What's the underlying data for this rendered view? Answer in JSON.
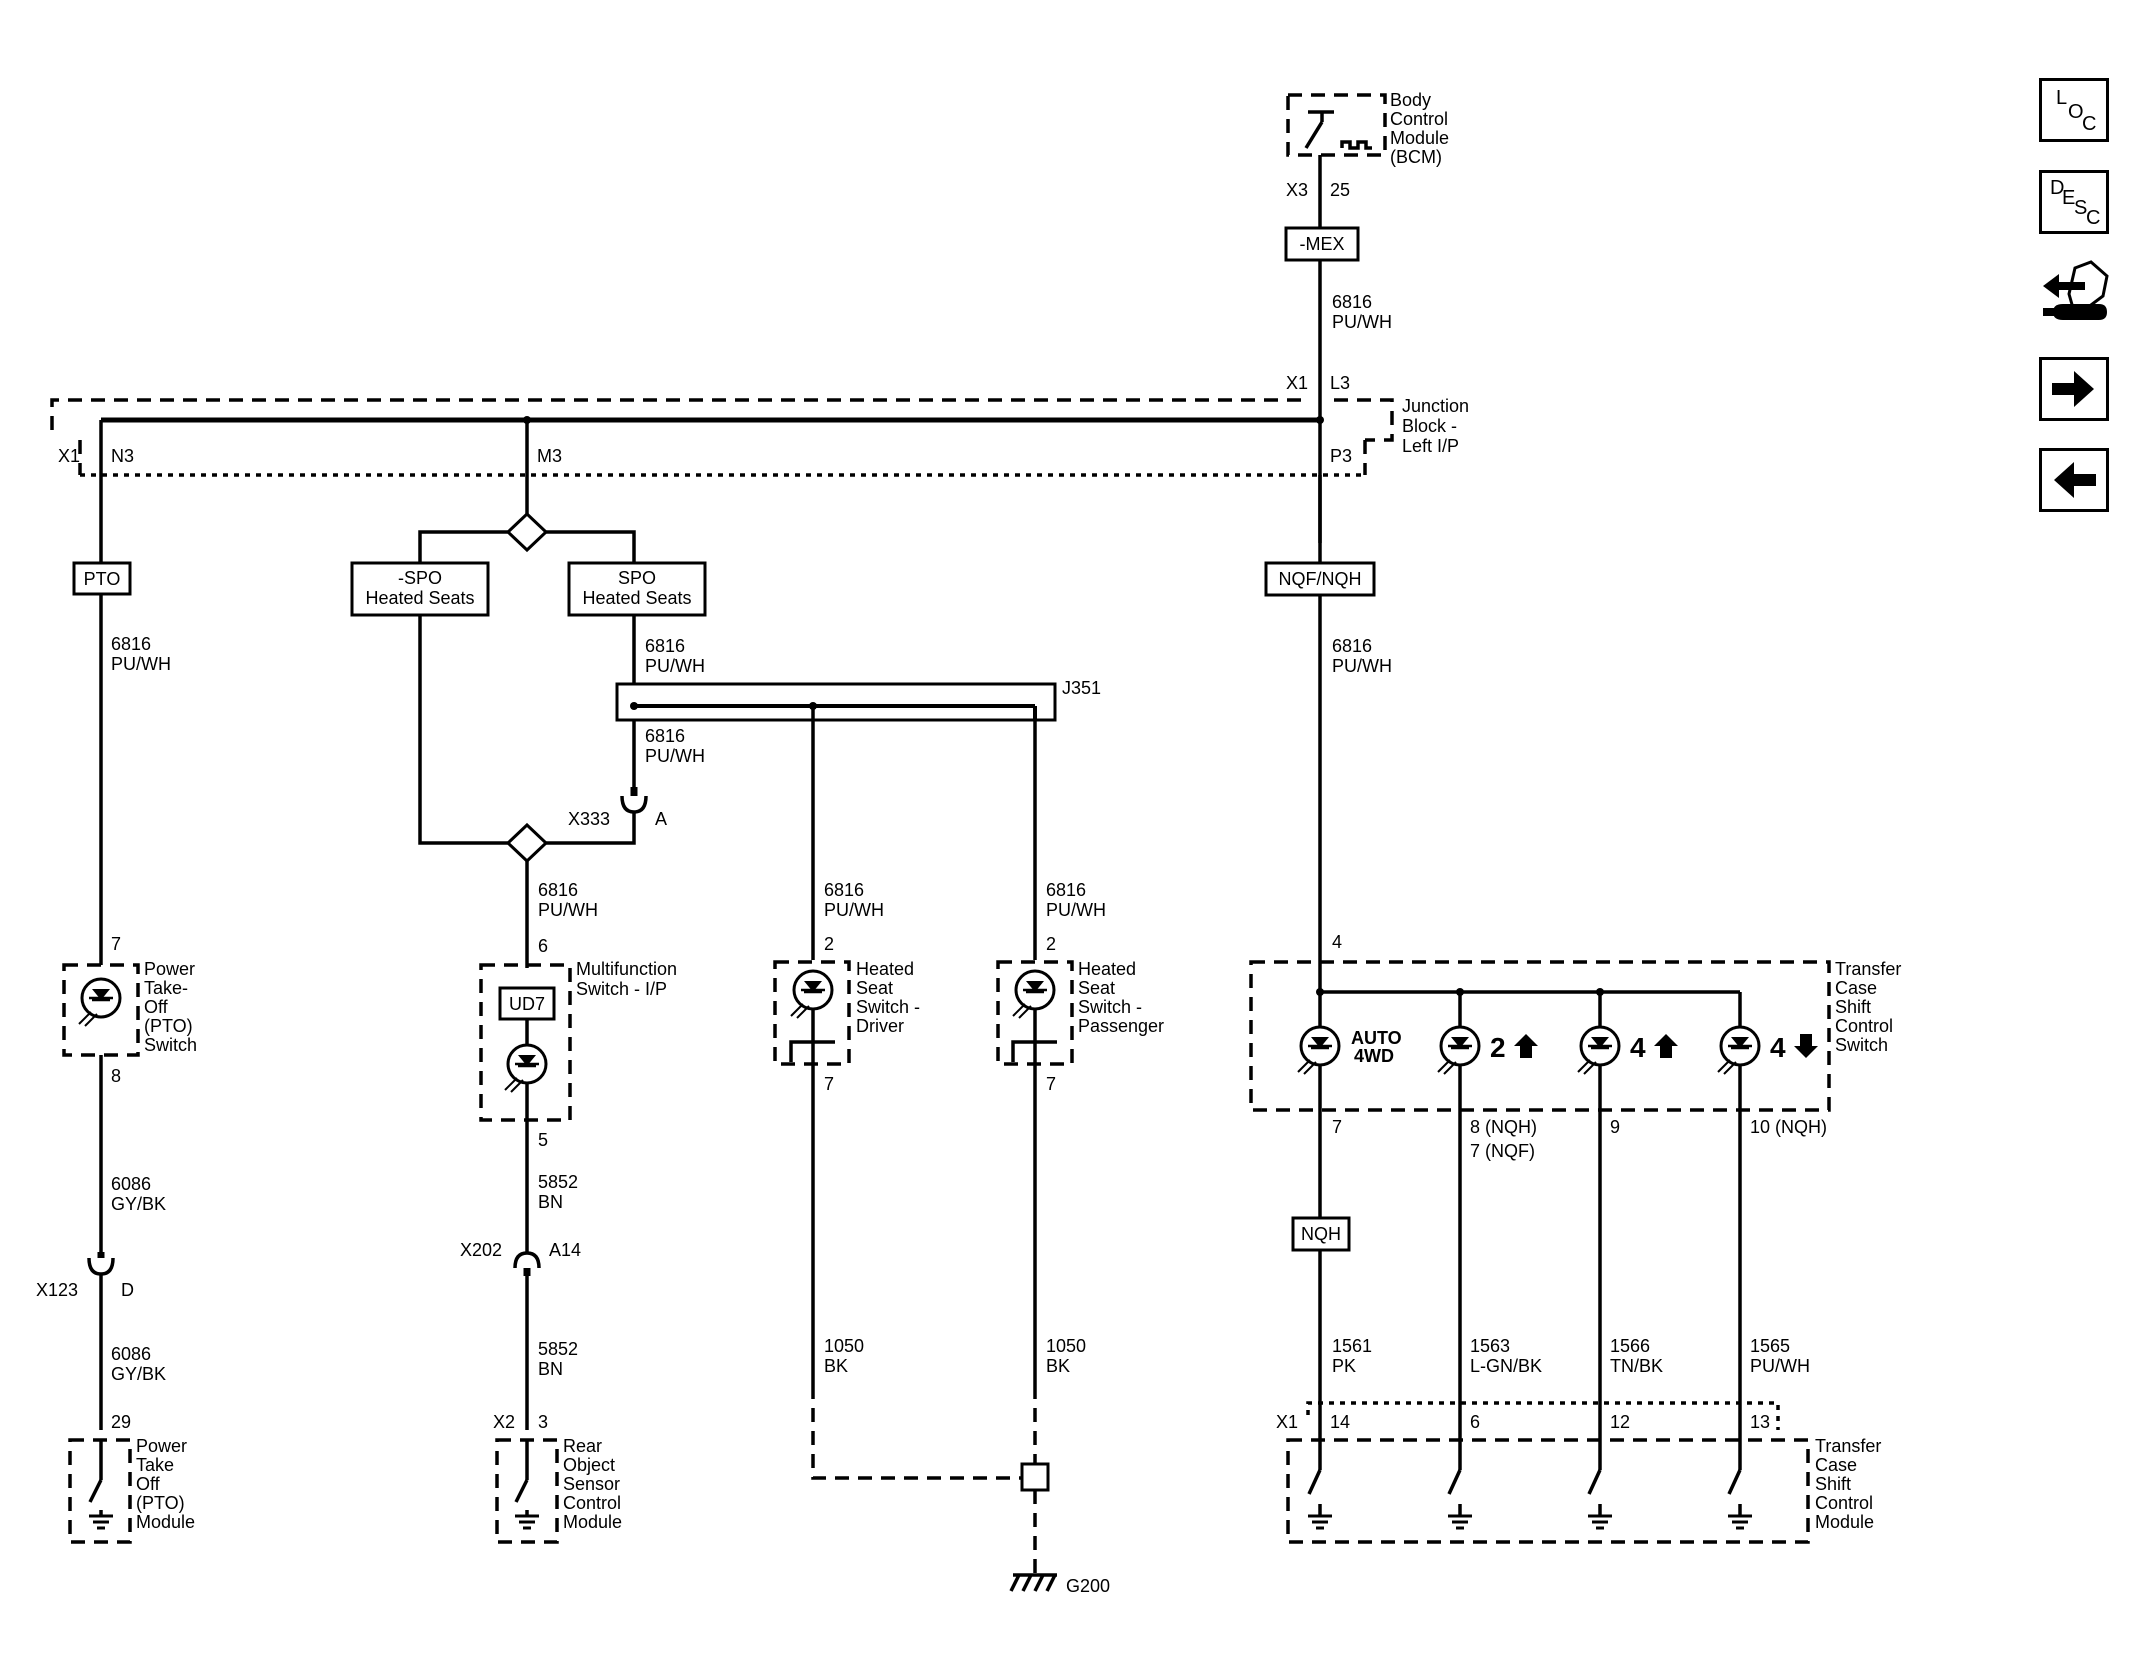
{
  "nav": {
    "loc": [
      "L",
      "O",
      "C"
    ],
    "desc": [
      "D",
      "E",
      "S",
      "C"
    ]
  },
  "bcm": {
    "name": [
      "Body",
      "Control",
      "Module",
      "(BCM)"
    ],
    "conn": "X3",
    "pin": "25",
    "option": "-MEX"
  },
  "wire_top": [
    "6816",
    "PU/WH"
  ],
  "junction": {
    "name": [
      "Junction",
      "Block -",
      "Left I/P"
    ],
    "conn_top": "X1",
    "pin_top": "L3",
    "conn_bot": "X1",
    "pins": [
      "N3",
      "M3",
      "P3"
    ]
  },
  "pto": {
    "option": "PTO",
    "wire1": [
      "6816",
      "PU/WH"
    ],
    "pin_in": "7",
    "switch_name": [
      "Power",
      "Take-",
      "Off",
      "(PTO)",
      "Switch"
    ],
    "pin_out": "8",
    "wire2": [
      "6086",
      "GY/BK"
    ],
    "splice_conn": "X123",
    "splice_pin": "D",
    "wire3": [
      "6086",
      "GY/BK"
    ],
    "module_pin": "29",
    "module_name": [
      "Power",
      "Take",
      "Off",
      "(PTO)",
      "Module"
    ]
  },
  "seats": {
    "opt_a": [
      "-SPO",
      "Heated Seats"
    ],
    "opt_b": [
      "SPO",
      "Heated Seats"
    ],
    "wire_a": [
      "6816",
      "PU/WH"
    ],
    "splice": "J351",
    "wire_b": [
      "6816",
      "PU/WH"
    ],
    "conn": "X333",
    "conn_pin": "A"
  },
  "mfs": {
    "wire": [
      "6816",
      "PU/WH"
    ],
    "pin_in": "6",
    "option": "UD7",
    "name": [
      "Multifunction",
      "Switch - I/P"
    ],
    "pin_out": "5",
    "wire2": [
      "5852",
      "BN"
    ],
    "conn": "X202",
    "conn_pin": "A14",
    "wire3": [
      "5852",
      "BN"
    ],
    "module_conn": "X2",
    "module_pin": "3",
    "module_name": [
      "Rear",
      "Object",
      "Sensor",
      "Control",
      "Module"
    ]
  },
  "driver": {
    "wire": [
      "6816",
      "PU/WH"
    ],
    "pin_in": "2",
    "name": [
      "Heated",
      "Seat",
      "Switch -",
      "Driver"
    ],
    "pin_out": "7",
    "wire2": [
      "1050",
      "BK"
    ]
  },
  "passenger": {
    "wire": [
      "6816",
      "PU/WH"
    ],
    "pin_in": "2",
    "name": [
      "Heated",
      "Seat",
      "Switch -",
      "Passenger"
    ],
    "pin_out": "7",
    "wire2": [
      "1050",
      "BK"
    ]
  },
  "ground": "G200",
  "tc": {
    "option": "NQF/NQH",
    "wire": [
      "6816",
      "PU/WH"
    ],
    "pin_in": "4",
    "switch_name": [
      "Transfer",
      "Case",
      "Shift",
      "Control",
      "Switch"
    ],
    "indicators": [
      "AUTO",
      "4WD",
      "2",
      "4",
      "4"
    ],
    "pins_out": [
      "7",
      "8 (NQH)",
      "7 (NQF)",
      "9",
      "10 (NQH)"
    ],
    "option2": "NQH",
    "wires": [
      [
        "1561",
        "PK"
      ],
      [
        "1563",
        "L-GN/BK"
      ],
      [
        "1566",
        "TN/BK"
      ],
      [
        "1565",
        "PU/WH"
      ]
    ],
    "module_conn": "X1",
    "module_pins": [
      "14",
      "6",
      "12",
      "13"
    ],
    "module_name": [
      "Transfer",
      "Case",
      "Shift",
      "Control",
      "Module"
    ]
  }
}
